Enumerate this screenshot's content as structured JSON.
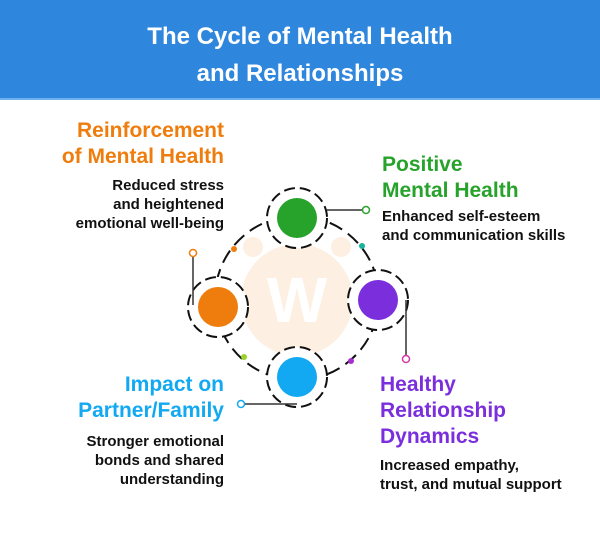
{
  "header": {
    "title_line1": "The Cycle of Mental Health",
    "title_line2": "and Relationships",
    "background_color": "#2f86dd"
  },
  "stages": [
    {
      "id": "positive-mental-health",
      "heading_line1": "Positive",
      "heading_line2": "Mental Health",
      "desc_line1": "Enhanced self-esteem",
      "desc_line2": "and communication skills",
      "color": "#27a32c"
    },
    {
      "id": "healthy-relationship-dynamics",
      "heading_line1": "Healthy",
      "heading_line2": "Relationship",
      "heading_line3": "Dynamics",
      "desc_line1": "Increased empathy,",
      "desc_line2": "trust, and mutual support",
      "color": "#7b2fdc"
    },
    {
      "id": "impact-on-partner-family",
      "heading_line1": "Impact on",
      "heading_line2": "Partner/Family",
      "desc_line1": "Stronger emotional",
      "desc_line2": "bonds and shared",
      "desc_line3": "understanding",
      "color": "#12a9f2"
    },
    {
      "id": "reinforcement-of-mental-health",
      "heading_line1": "Reinforcement",
      "heading_line2": "of Mental Health",
      "desc_line1": "Reduced stress",
      "desc_line2": "and heightened",
      "desc_line3": "emotional well-being",
      "color": "#ee7d0e"
    }
  ],
  "connector_dots": {
    "orange_to_green": "#ee7d0e",
    "green_to_purple": "#16b39a",
    "purple_to_blue": "#a52fcf",
    "blue_to_orange": "#9ad12a",
    "purple_endpoint": "#d63aa6"
  },
  "watermark": {
    "letter": "W",
    "color": "#fde9d4"
  }
}
